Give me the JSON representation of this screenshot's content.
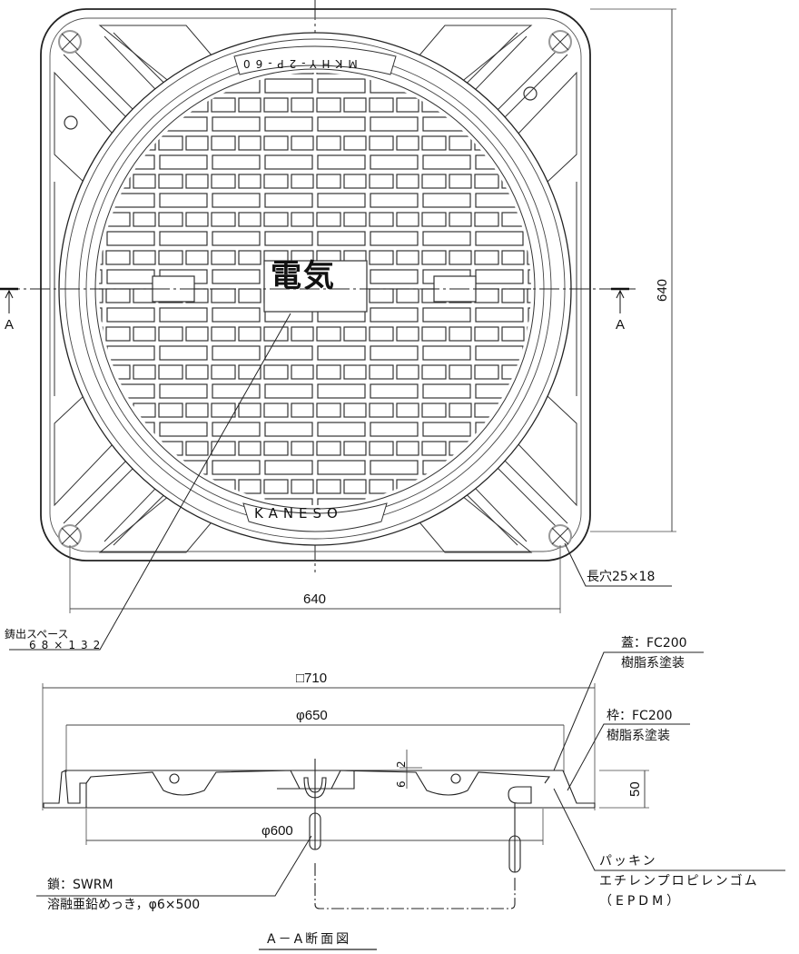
{
  "plan_view": {
    "center_label": "電気",
    "rim_text_top": "MKHY-2P-60",
    "rim_text_bottom": "KANESO",
    "section_marker_left": "A",
    "section_marker_right": "A",
    "dim_height": "640",
    "dim_width": "640",
    "slot_note": "長穴25×18",
    "casting_space_label": "鋳出スペース",
    "casting_space_size": "68×132"
  },
  "section_view": {
    "frame_outer": "□710",
    "cover_diameter": "φ650",
    "opening_diameter": "φ600",
    "height": "50",
    "gap_small": "2",
    "gap_depth": "6",
    "cover_material": "蓋：FC200",
    "cover_coating": "樹脂系塗装",
    "frame_material": "枠：FC200",
    "frame_coating": "樹脂系塗装",
    "chain_material": "鎖：SWRM",
    "chain_spec": "溶融亜鉛めっき，φ6×500",
    "gasket_label": "パッキン",
    "gasket_material": "エチレンプロピレンゴム",
    "gasket_abbrev": "（EPDM）",
    "title": "A－A断面図"
  },
  "colors": {
    "line": "#222222",
    "light_line": "#888888",
    "background": "#ffffff"
  }
}
